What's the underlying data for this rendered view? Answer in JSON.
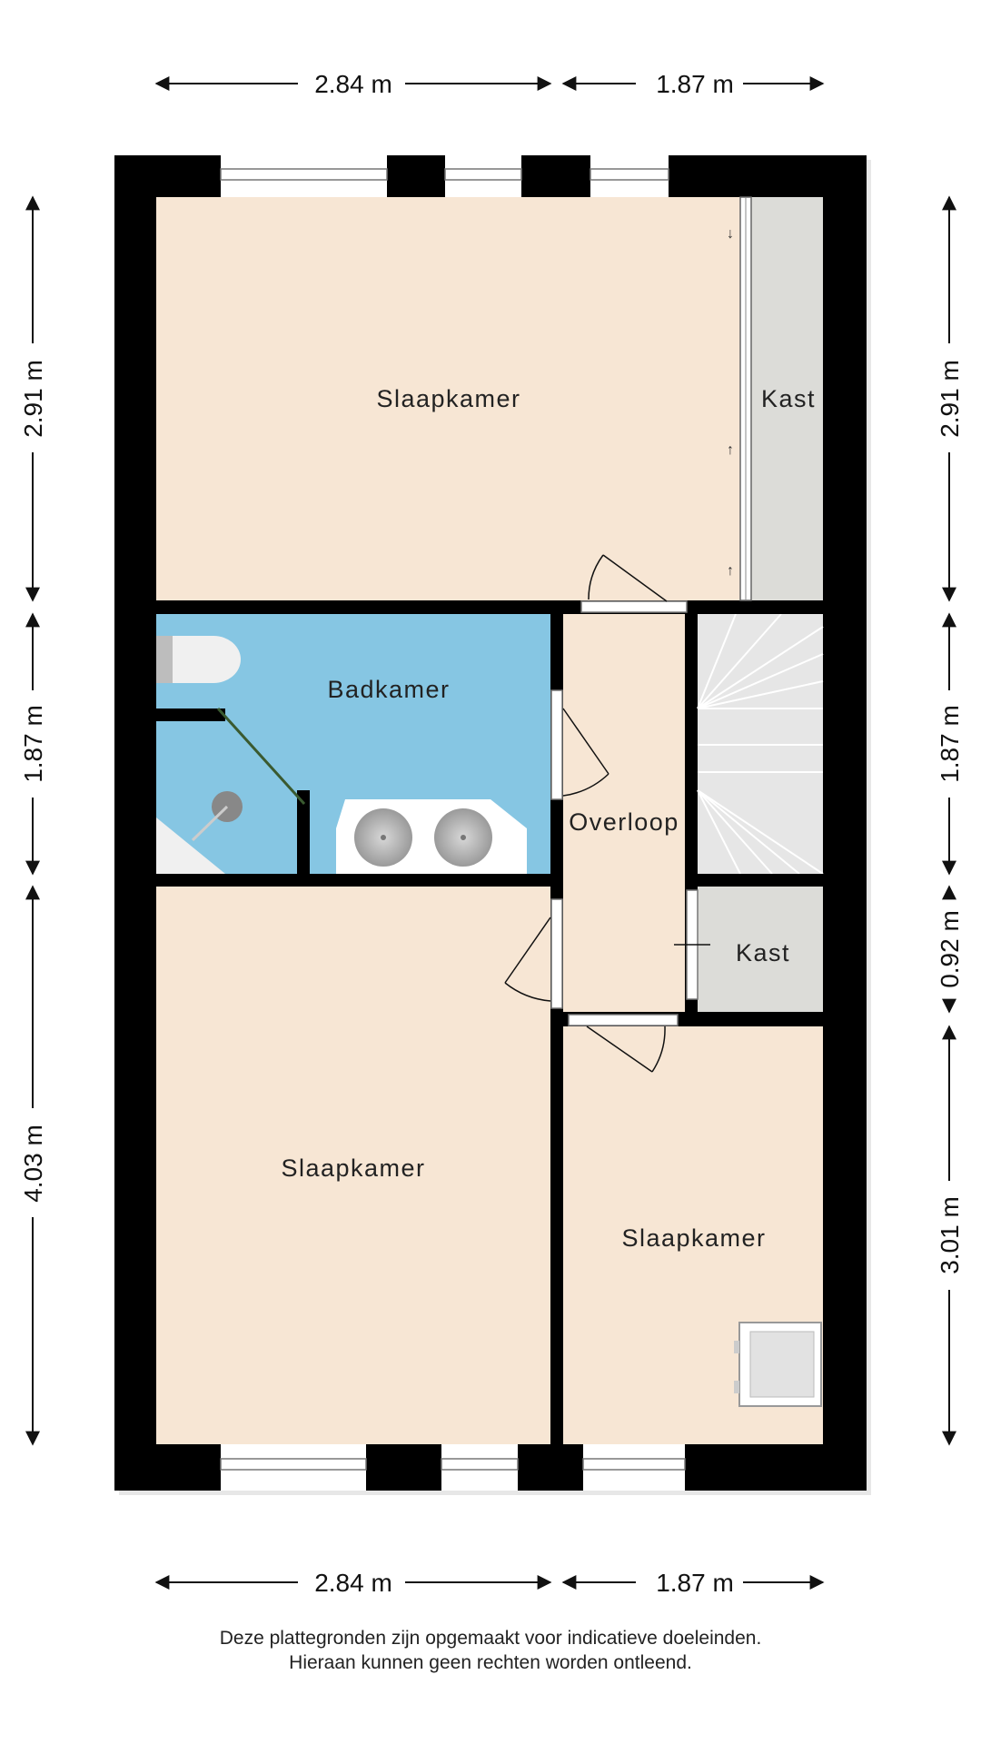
{
  "rooms": {
    "bedroom_top": "Slaapkamer",
    "closet_top": "Kast",
    "bathroom": "Badkamer",
    "landing": "Overloop",
    "closet_mid": "Kast",
    "bedroom_bottom_left": "Slaapkamer",
    "bedroom_bottom_right": "Slaapkamer"
  },
  "dimensions": {
    "top_left": "2.84 m",
    "top_right": "1.87 m",
    "bottom_left": "2.84 m",
    "bottom_right": "1.87 m",
    "left_1": "2.91 m",
    "left_2": "1.87 m",
    "left_3": "4.03 m",
    "right_1": "2.91 m",
    "right_2": "1.87 m",
    "right_3": "0.92 m",
    "right_4": "3.01 m"
  },
  "disclaimer": {
    "line1": "Deze plattegronden zijn opgemaakt voor indicatieve doeleinden.",
    "line2": "Hieraan kunnen geen rechten worden ontleend."
  },
  "colors": {
    "wall": "#000000",
    "bedroom_floor": "#f7e6d4",
    "bathroom_floor": "#86c6e3",
    "closet_floor": "#dcdcd8",
    "stairs": "#e6e6e6"
  }
}
